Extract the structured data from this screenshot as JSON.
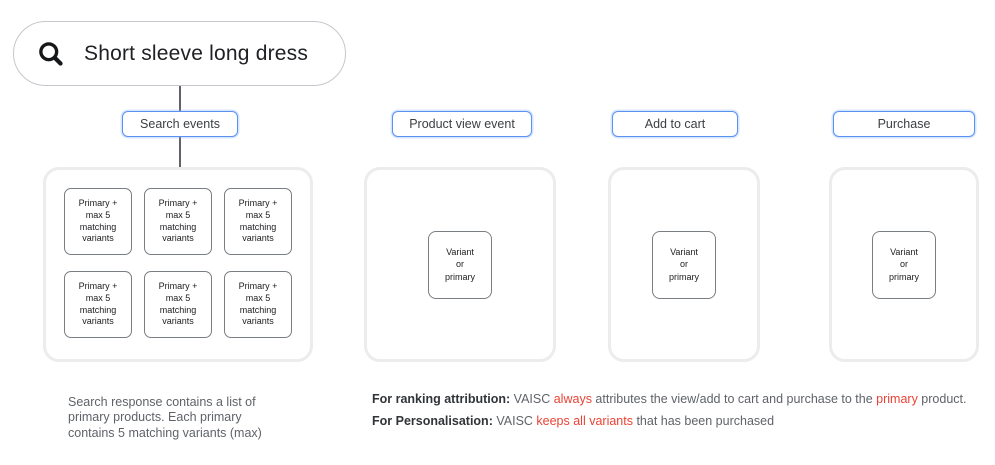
{
  "search_bar": {
    "query": "Short sleeve long dress",
    "icon": "search-icon"
  },
  "stages": {
    "search": {
      "label": "Search events"
    },
    "product_view": {
      "label": "Product view event"
    },
    "add_to_cart": {
      "label": "Add to cart"
    },
    "purchase": {
      "label": "Purchase"
    }
  },
  "search_result_item": "Primary +\nmax 5\nmatching\nvariants",
  "event_item": "Variant\nor\nprimary",
  "notes": {
    "search_note": "Search response contains a list of\nprimary products. Each primary\ncontains 5 matching variants (max)",
    "ranking": [
      {
        "text": "For ranking attribution: ",
        "style": "bold"
      },
      {
        "text": "VAISC ",
        "style": "normal"
      },
      {
        "text": "always",
        "style": "red"
      },
      {
        "text": " attributes the view/add to cart and purchase to the ",
        "style": "normal"
      },
      {
        "text": "primary",
        "style": "red"
      },
      {
        "text": " product.",
        "style": "normal"
      }
    ],
    "personalisation": [
      {
        "text": "For Personalisation: ",
        "style": "bold"
      },
      {
        "text": "VAISC ",
        "style": "normal"
      },
      {
        "text": "keeps all variants",
        "style": "red"
      },
      {
        "text": " that has been purchased",
        "style": "normal"
      }
    ]
  },
  "colors": {
    "accent_blue": "#5b92f2",
    "highlight_red": "#ea4335",
    "text_dark": "#202124",
    "text_gray": "#5f6368",
    "box_border_gray": "#797e83",
    "container_border_gray": "#ececec"
  }
}
